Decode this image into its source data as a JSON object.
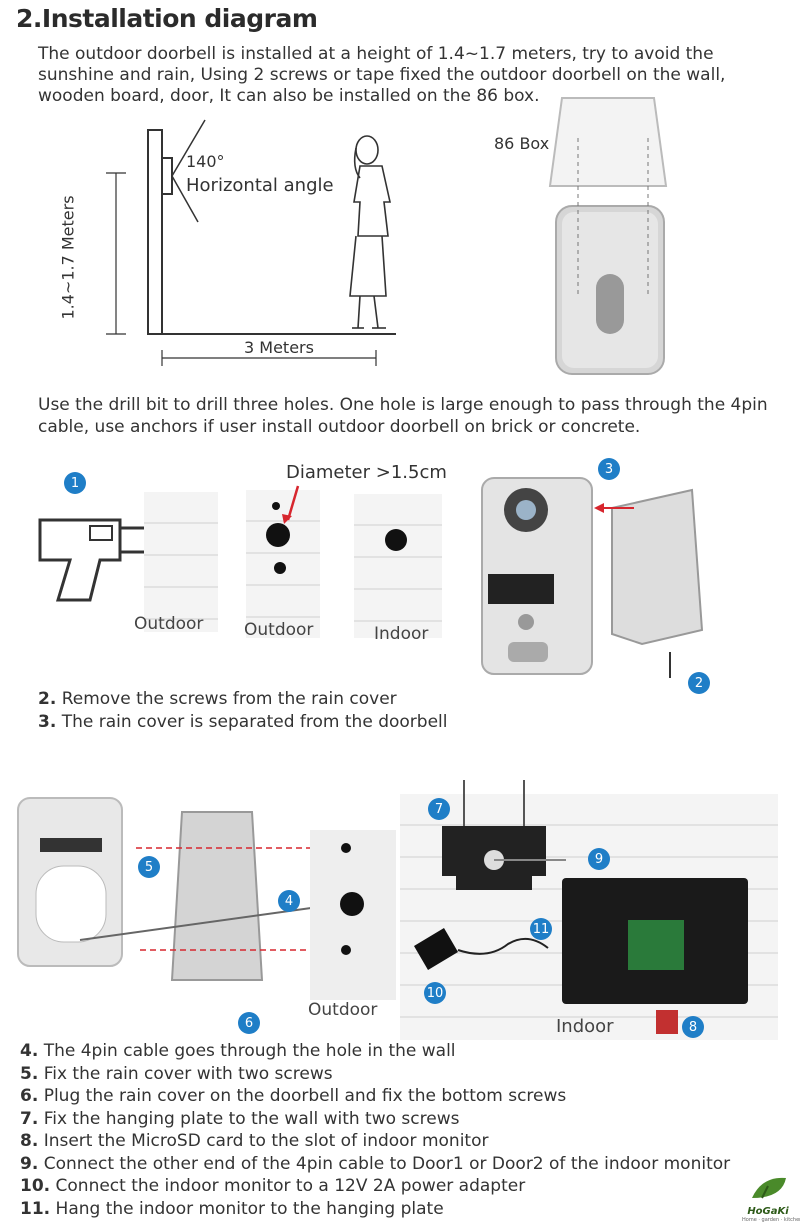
{
  "section": {
    "number": "2.",
    "title": "Installation diagram"
  },
  "intro": "The outdoor doorbell is installed at a height of 1.4~1.7 meters, try to avoid the sunshine and rain, Using 2 screws or tape fixed the  outdoor doorbell on the wall, wooden board, door, It can also be installed on the 86 box.",
  "diagram1": {
    "angle": "140°",
    "angle_label": "Horizontal angle",
    "height": "1.4~1.7 Meters",
    "distance": "3 Meters",
    "box": "86 Box"
  },
  "drill_text": "Use the drill bit to drill three holes. One hole is large enough to pass through  the 4pin cable, use anchors if user install outdoor doorbell on brick or concrete.",
  "diagram2": {
    "diameter": "Diameter >1.5cm",
    "panel_labels": [
      "Outdoor",
      "Outdoor",
      "Indoor"
    ],
    "badges": [
      "1",
      "2",
      "3"
    ]
  },
  "steps_a": [
    {
      "n": "2.",
      "text": "Remove the screws from the rain cover"
    },
    {
      "n": "3.",
      "text": "The rain cover is separated from the doorbell"
    }
  ],
  "diagram3": {
    "outdoor": "Outdoor",
    "indoor": "Indoor",
    "badges": [
      "4",
      "5",
      "6",
      "7",
      "8",
      "9",
      "10",
      "11"
    ]
  },
  "steps_b": [
    {
      "n": "4.",
      "text": "The 4pin cable goes through the hole in the wall"
    },
    {
      "n": "5.",
      "text": "Fix the rain cover with two screws"
    },
    {
      "n": "6.",
      "text": "Plug the rain cover on the doorbell and fix the bottom screws"
    },
    {
      "n": "7.",
      "text": "Fix the hanging plate to the wall with two screws"
    },
    {
      "n": "8.",
      "text": "Insert the MicroSD card to the slot of indoor monitor"
    },
    {
      "n": "9.",
      "text": "Connect the other end of the 4pin cable to Door1 or Door2 of the indoor monitor"
    },
    {
      "n": "10.",
      "text": "Connect the indoor monitor to a 12V 2A power adapter"
    },
    {
      "n": "11.",
      "text": "Hang the indoor monitor to the hanging plate"
    }
  ],
  "logo": {
    "name": "HoGaKi",
    "tagline": "Home · garden · kitchen"
  },
  "colors": {
    "badge": "#1f7ec7",
    "arrow": "#d7262e"
  }
}
